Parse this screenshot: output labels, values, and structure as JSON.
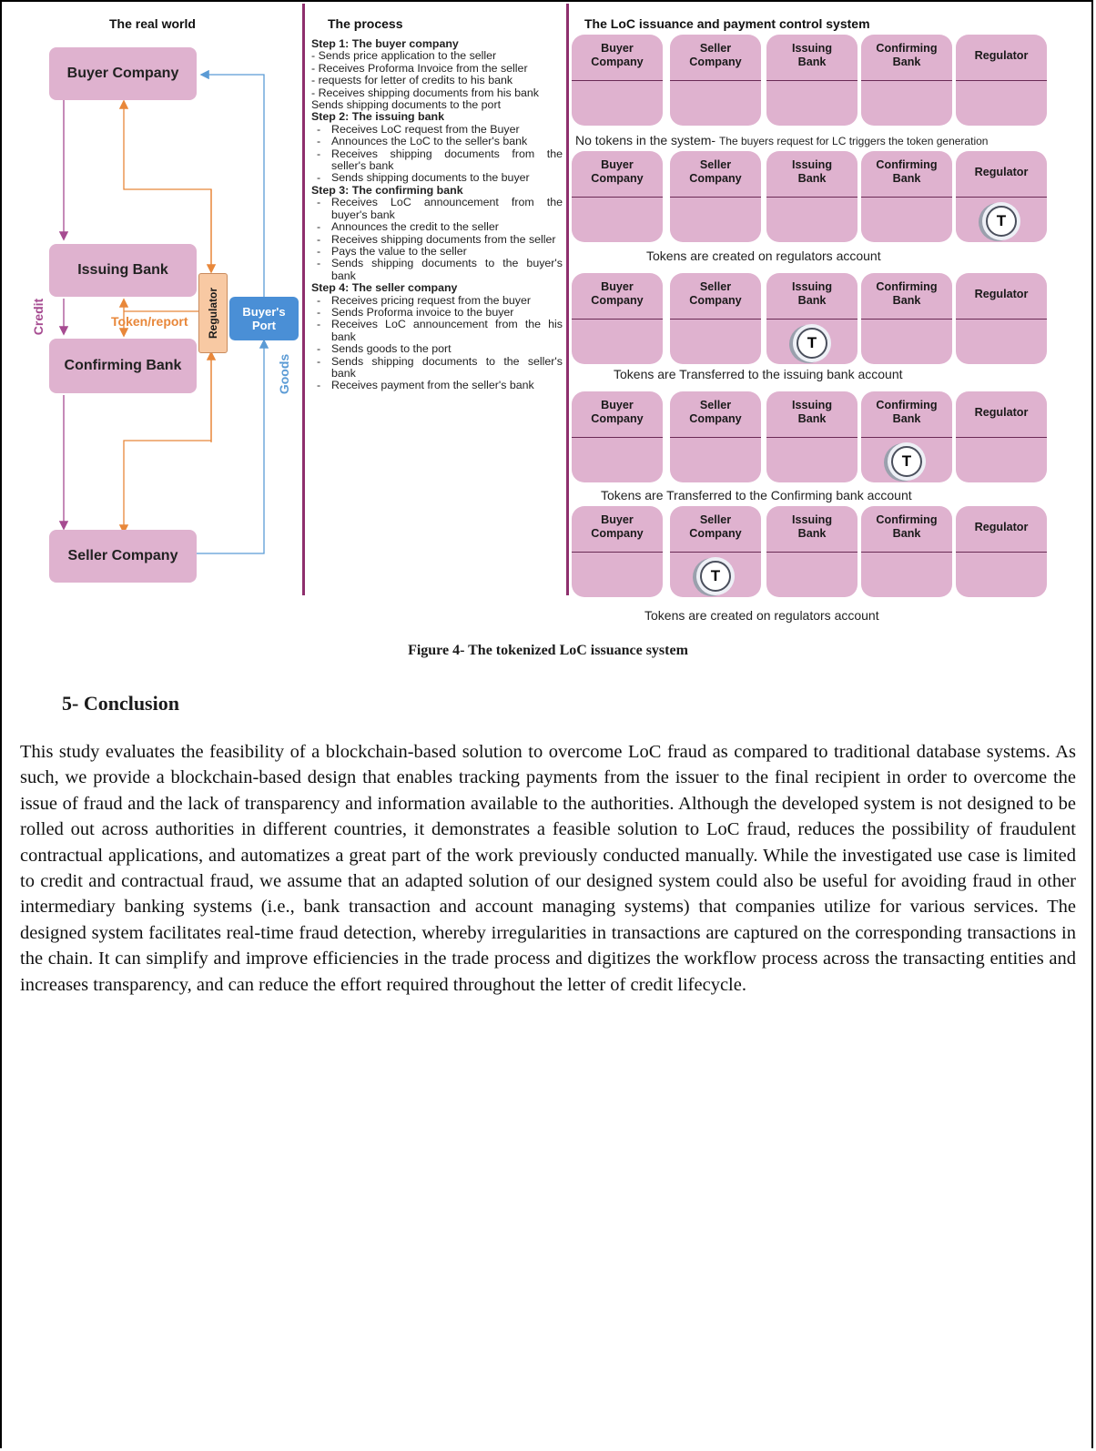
{
  "headers": {
    "real_world": "The real world",
    "process": "The process",
    "loc_system": "The LoC issuance and payment control system"
  },
  "real_world": {
    "buyer_company": "Buyer Company",
    "issuing_bank": "Issuing Bank",
    "confirming_bank": "Confirming Bank",
    "seller_company": "Seller Company",
    "regulator": "Regulator",
    "buyers_port": [
      "Buyer's",
      "Port"
    ],
    "credit_label": "Credit",
    "token_report_label": "Token/report",
    "goods_label": "Goods",
    "colors": {
      "box": "#dfb2cf",
      "credit": "#a64b91",
      "token": "#e8873a",
      "goods": "#5b9bd5",
      "port": "#4a8fd6"
    }
  },
  "process": {
    "step1_title": "Step 1: The buyer company",
    "step1_lines": [
      "- Sends price application to the seller",
      "- Receives Proforma Invoice from the seller",
      "- requests for letter of credits to his bank",
      "- Receives shipping documents from his bank",
      "Sends shipping documents to the port"
    ],
    "step2_title": "Step 2: The issuing bank",
    "step2_items": [
      "Receives LoC request from the Buyer",
      "Announces the LoC to the seller's bank",
      "Receives shipping documents from the seller's bank",
      "Sends shipping documents to the buyer"
    ],
    "step3_title": "Step 3: The confirming bank",
    "step3_items": [
      "Receives LoC announcement from the buyer's bank",
      "Announces the credit to the seller",
      "Receives shipping documents from the seller",
      "Pays the value to the seller",
      "Sends shipping documents to the buyer's bank"
    ],
    "step4_title": "Step 4: The seller company",
    "step4_items": [
      "Receives pricing request from the buyer",
      "Sends Proforma invoice to the buyer",
      "Receives LoC announcement from the his bank",
      "Sends goods to the port",
      "Sends shipping documents to the seller's bank",
      "Receives payment from  the seller's bank"
    ]
  },
  "loc_system": {
    "cards": [
      "Buyer\nCompany",
      "Seller\nCompany",
      "Issuing\nBank",
      "Confirming\nBank",
      "Regulator"
    ],
    "token_letter": "T",
    "rows": [
      {
        "token_at": null
      },
      {
        "token_at": 4
      },
      {
        "token_at": 2
      },
      {
        "token_at": 3
      },
      {
        "token_at": 1
      }
    ],
    "caption1_main": "No tokens in the system- ",
    "caption1_small": "The buyers request for LC triggers the token generation",
    "caption2": "Tokens are created on regulators account",
    "caption3": "Tokens are Transferred to the issuing bank account",
    "caption4": "Tokens are Transferred to the Confirming bank account",
    "caption5": "Tokens are created on regulators account"
  },
  "figure_caption": "Figure 4- The tokenized LoC issuance system",
  "section_title": "5-   Conclusion",
  "conclusion_text": "This study evaluates the feasibility of a blockchain-based solution to overcome LoC fraud as compared to traditional database systems. As such, we provide a blockchain-based design that enables tracking payments from the issuer to the final recipient in order to overcome the issue of fraud and the lack of transparency and information available to the authorities. Although the developed system is not designed to be rolled out across authorities in different countries, it demonstrates a feasible solution to LoC fraud, reduces the possibility of fraudulent contractual applications, and automatizes a great part of the work previously conducted manually. While the investigated use case is limited to credit and contractual fraud, we assume that an adapted solution of our designed system could also be useful for avoiding fraud in other intermediary banking systems (i.e., bank transaction and account managing systems) that companies utilize for various services. The designed system facilitates real-time fraud detection, whereby irregularities in transactions are captured on the corresponding transactions in the chain. It can simplify and improve efficiencies in the trade process and digitizes the workflow process across the transacting entities and increases transparency, and can reduce the effort required throughout the letter of credit lifecycle."
}
